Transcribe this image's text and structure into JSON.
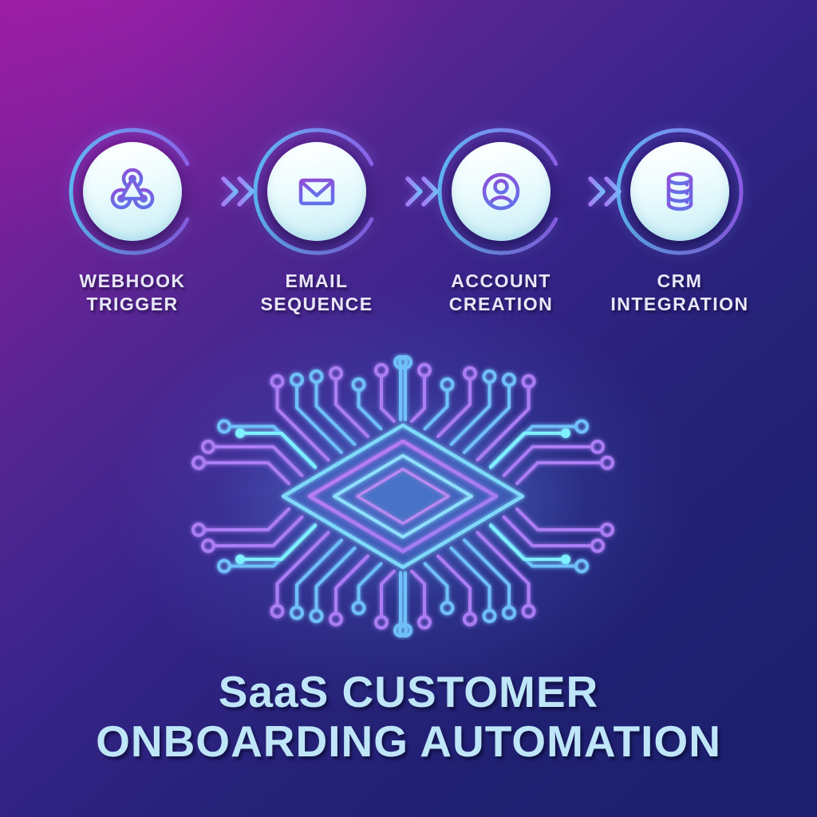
{
  "title": {
    "line1": "SaaS CUSTOMER",
    "line2": "ONBOARDING AUTOMATION"
  },
  "steps": [
    {
      "label_line1": "WEBHOOK",
      "label_line2": "TRIGGER",
      "icon": "webhook-icon"
    },
    {
      "label_line1": "EMAIL",
      "label_line2": "SEQUENCE",
      "icon": "envelope-icon"
    },
    {
      "label_line1": "ACCOUNT",
      "label_line2": "CREATION",
      "icon": "user-icon"
    },
    {
      "label_line1": "CRM",
      "label_line2": "INTEGRATION",
      "icon": "database-icon"
    }
  ],
  "center_graphic": "circuit-chip",
  "colors": {
    "background_top_left": "#8f1d9e",
    "background_bottom_right": "#1b1f6c",
    "ring_gradient_start": "#5fb8f2",
    "ring_gradient_end": "#8e5ce8",
    "icon_gradient_start": "#8f4fd8",
    "icon_gradient_end": "#6470e8",
    "arrow_gradient_start": "#a57cf5",
    "arrow_gradient_end": "#74b9f8",
    "trace_purple": "#ab7df5",
    "trace_blue": "#6fc0fa",
    "trace_cyan": "#7ff0ff",
    "label_text": "#e9e7f8",
    "title_text": "#bfe6f8"
  }
}
